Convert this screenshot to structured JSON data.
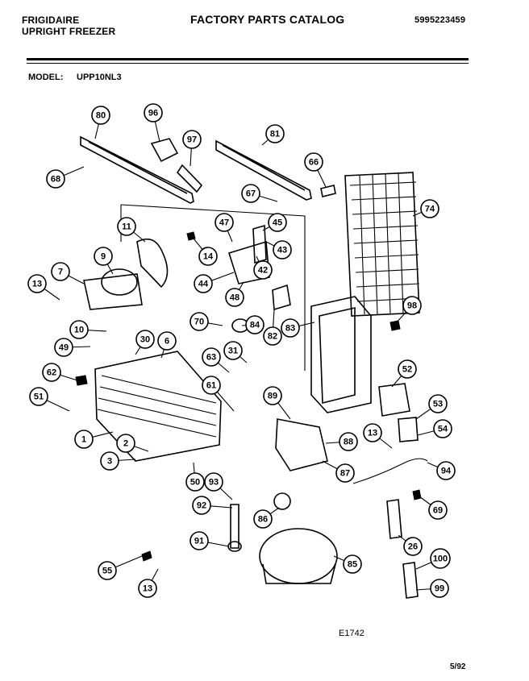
{
  "header": {
    "brand_line1": "FRIGIDAIRE",
    "brand_line2": "UPRIGHT FREEZER",
    "title": "FACTORY PARTS CATALOG",
    "catalog_number": "5995223459"
  },
  "model": {
    "label": "MODEL:",
    "value": "UPP10NL3"
  },
  "callouts": [
    "80",
    "96",
    "97",
    "81",
    "66",
    "68",
    "67",
    "74",
    "11",
    "47",
    "45",
    "14",
    "43",
    "9",
    "42",
    "7",
    "44",
    "13",
    "48",
    "98",
    "70",
    "83",
    "10",
    "30",
    "6",
    "82",
    "84",
    "49",
    "63",
    "31",
    "62",
    "61",
    "52",
    "89",
    "51",
    "53",
    "54",
    "1",
    "88",
    "13",
    "2",
    "87",
    "94",
    "3",
    "50",
    "93",
    "86",
    "69",
    "92",
    "91",
    "26",
    "85",
    "100",
    "55",
    "13",
    "99"
  ],
  "diagram_ref": "E1742",
  "footer_date": "5/92"
}
